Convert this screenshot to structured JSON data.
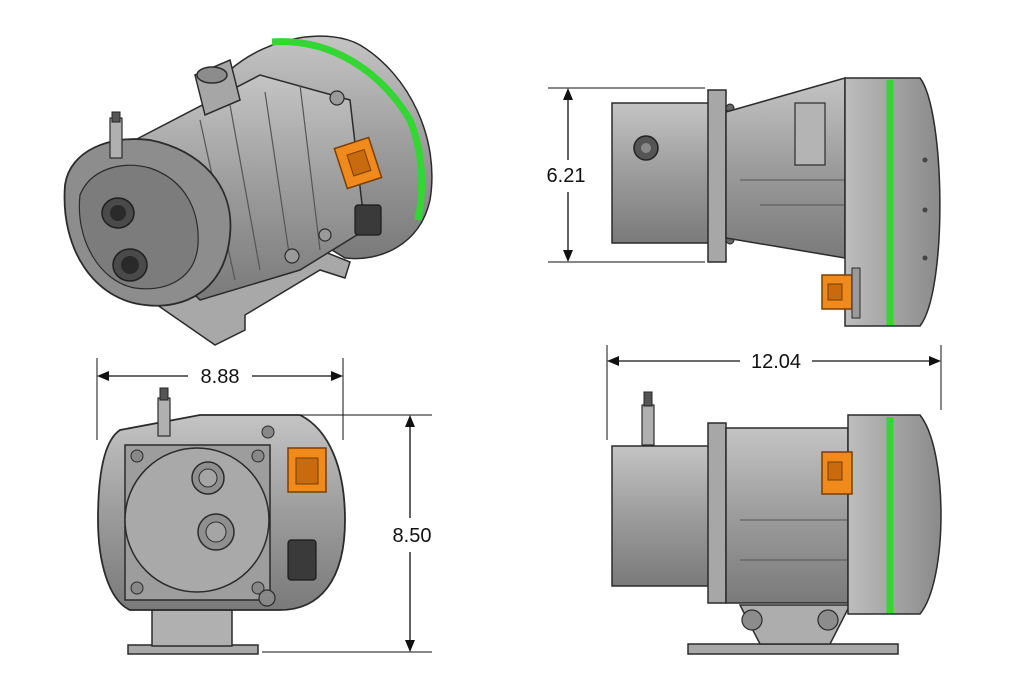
{
  "dimensions": {
    "height_side": "6.21",
    "width_front": "8.88",
    "height_front": "8.50",
    "length_side": "12.04"
  },
  "colors": {
    "body": "#9a9a9a",
    "body_light": "#b8b8b8",
    "body_dark": "#6f6f6f",
    "edge": "#2b2b2b",
    "accent_band": "#33d633",
    "connector": "#f08a1c",
    "background": "#ffffff"
  }
}
